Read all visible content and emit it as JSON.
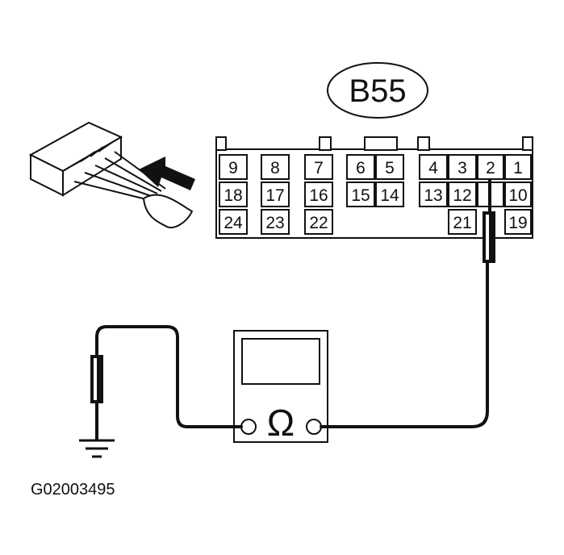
{
  "connector": {
    "label": "B55",
    "pins": {
      "p1": "1",
      "p2": "2",
      "p3": "3",
      "p4": "4",
      "p5": "5",
      "p6": "6",
      "p7": "7",
      "p8": "8",
      "p9": "9",
      "p10": "10",
      "p12": "12",
      "p13": "13",
      "p14": "14",
      "p15": "15",
      "p16": "16",
      "p17": "17",
      "p18": "18",
      "p19": "19",
      "p21": "21",
      "p22": "22",
      "p23": "23",
      "p24": "24"
    }
  },
  "meter": {
    "symbol": "Ω"
  },
  "figure_code": "G02003495"
}
